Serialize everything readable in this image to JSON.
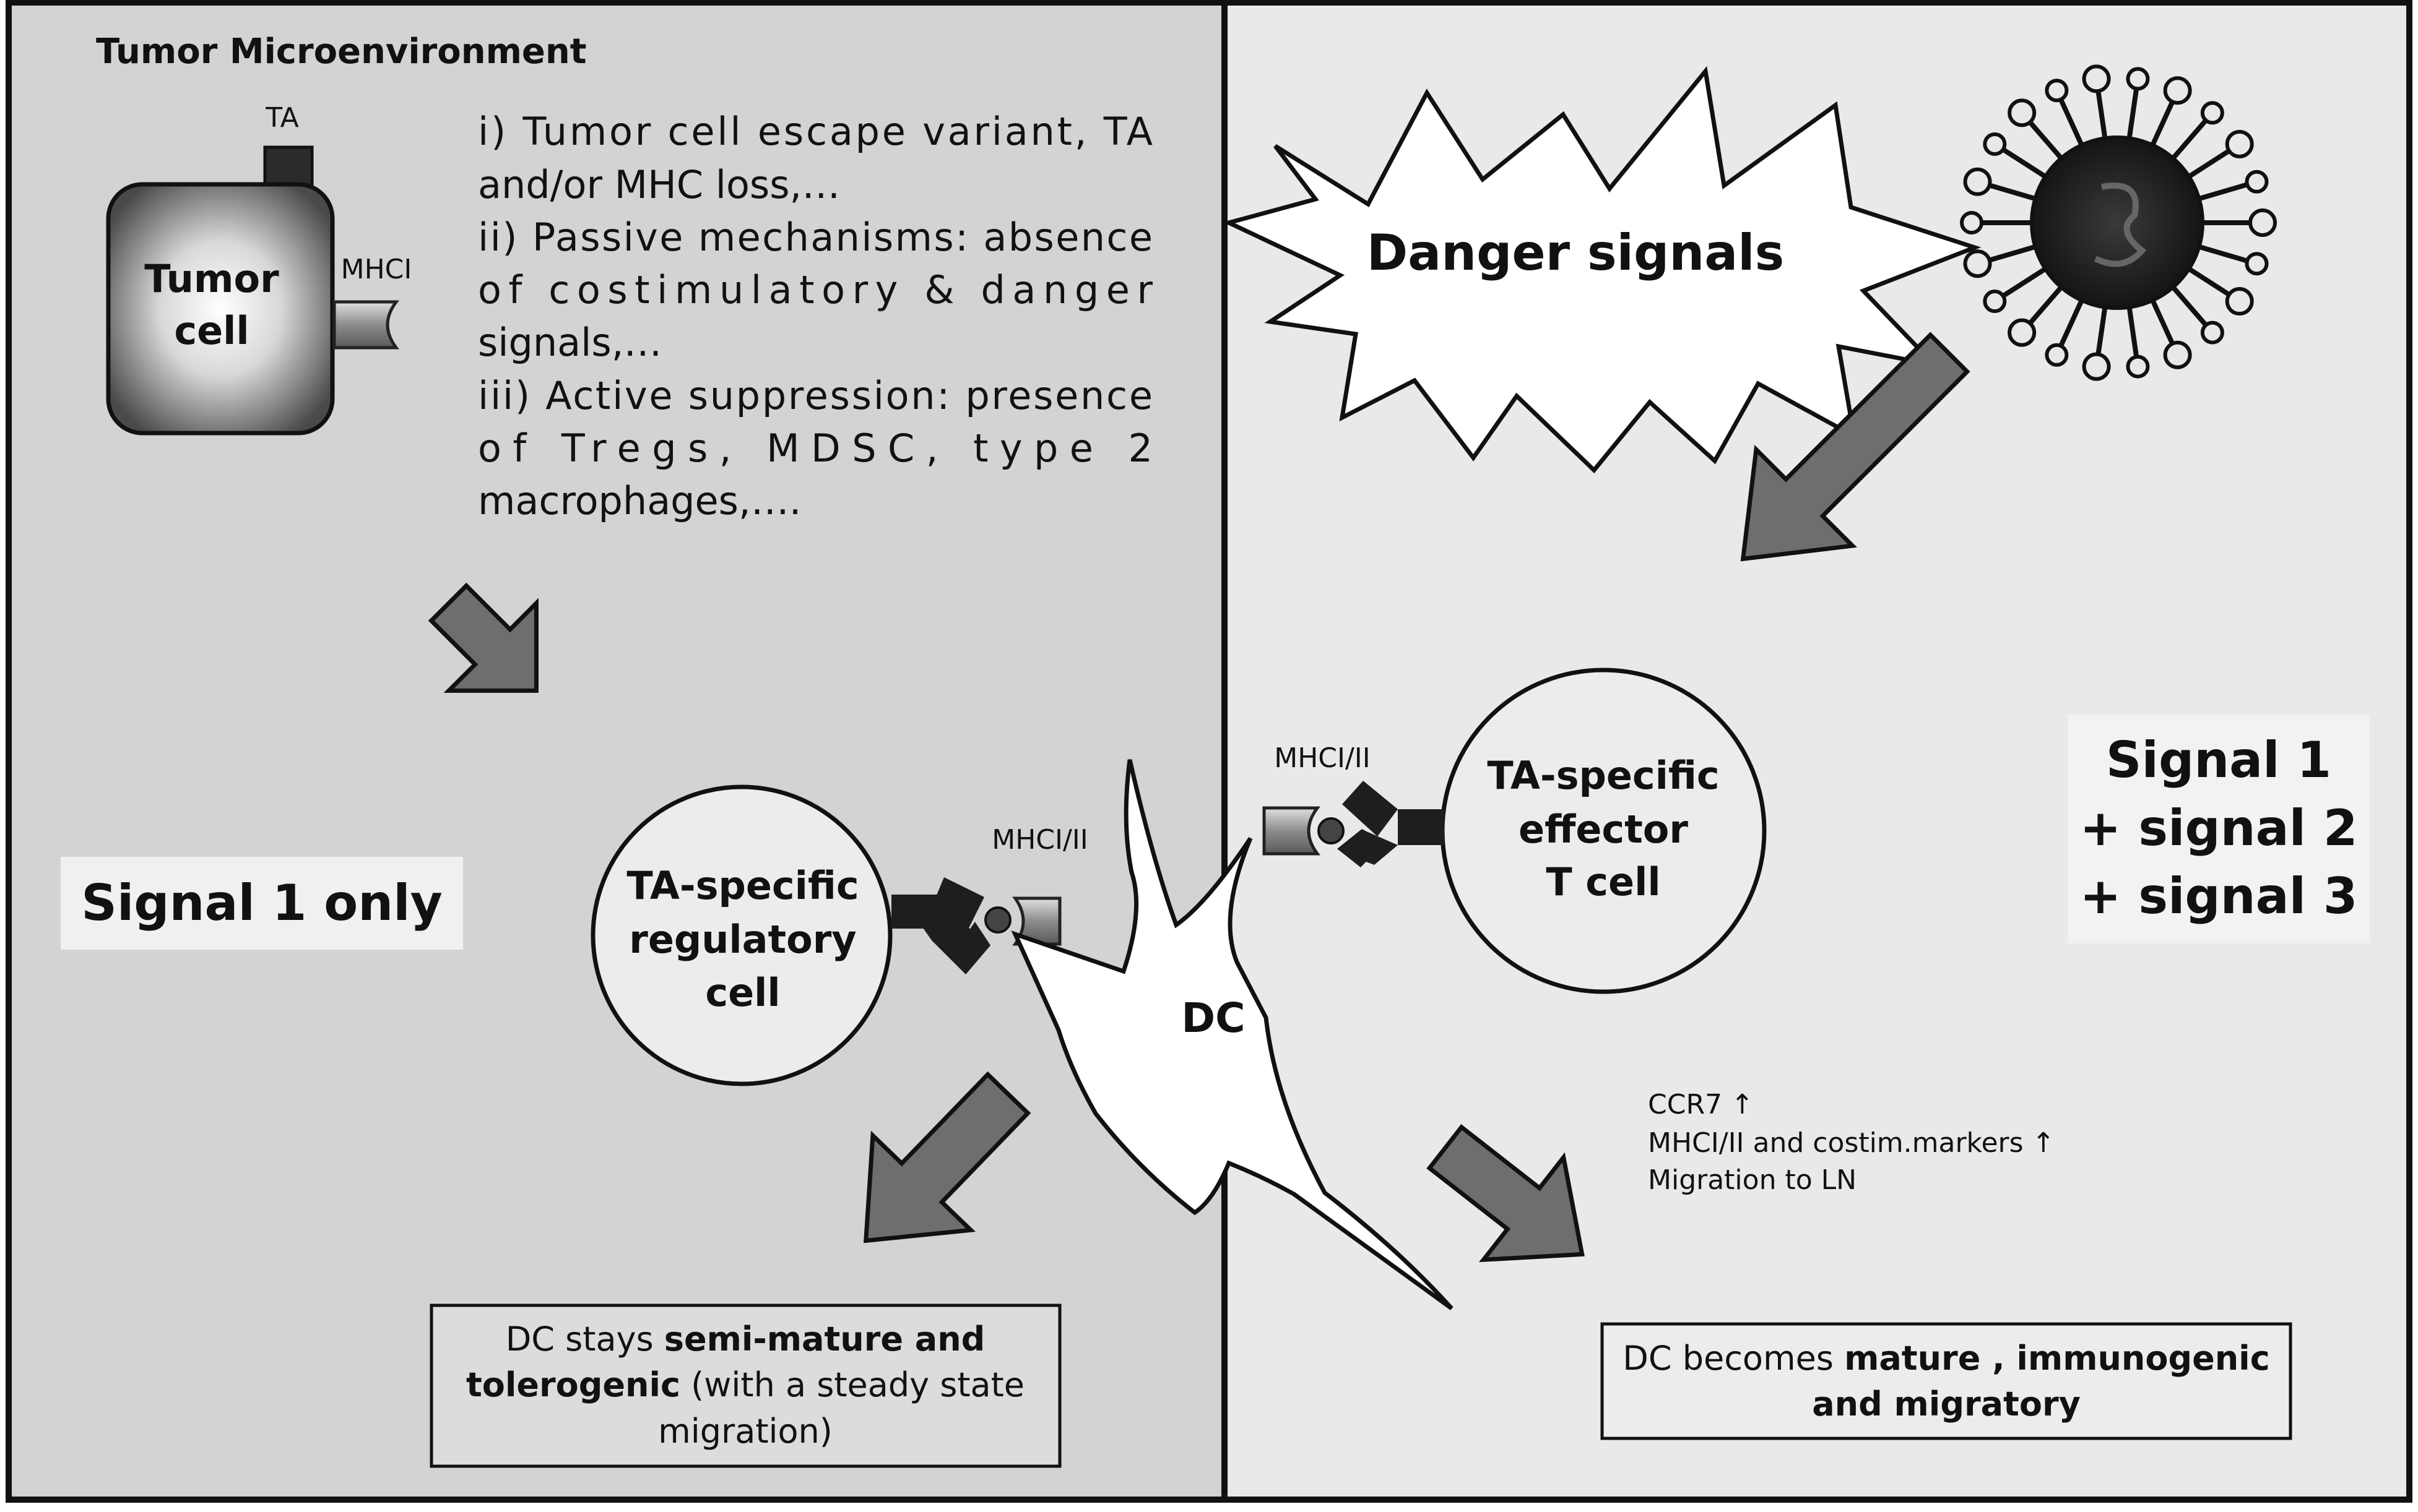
{
  "left_panel": {
    "title": "Tumor Microenvironment",
    "tumor_cell": {
      "line1": "Tumor",
      "line2": "cell",
      "ta_label": "TA",
      "mhc_label": "MHCI"
    },
    "mechanisms": [
      "i) Tumor cell escape variant, TA",
      "and/or MHC loss,…",
      "ii) Passive mechanisms: absence",
      "of costimulatory & danger",
      "signals,…",
      "iii) Active suppression: presence",
      "of Tregs, MDSC, type 2",
      "macrophages,…."
    ],
    "signal_label": "Signal 1 only",
    "regulatory_cell": {
      "line1": "TA-specific",
      "line2": "regulatory",
      "line3": "cell"
    },
    "mhc_label": "MHCI/II",
    "outcome": {
      "line1_pre": "DC stays ",
      "line1_bold": "semi-mature and",
      "line2_bold": "tolerogenic",
      "line2_post": " (with a steady state",
      "line3": "migration)"
    }
  },
  "right_panel": {
    "danger_label": "Danger signals",
    "effector_cell": {
      "line1": "TA-specific",
      "line2": "effector",
      "line3": "T cell"
    },
    "mhc_label": "MHCI/II",
    "signal_lines": [
      "Signal 1",
      "+ signal 2",
      "+ signal 3"
    ],
    "markers": [
      "CCR7 ↑",
      "MHCI/II and costim.markers ↑",
      "Migration to LN"
    ],
    "outcome": {
      "line1_pre": "DC becomes ",
      "line1_bold": "mature , immunogenic",
      "line2_bold": "and migratory"
    }
  },
  "dc_label": "DC",
  "colors": {
    "left_bg": "#d3d3d3",
    "right_bg": "#e9e9e9",
    "arrow_fill": "#6e6e6e",
    "receptor": "#1e1e1e",
    "frame": "#111111"
  }
}
